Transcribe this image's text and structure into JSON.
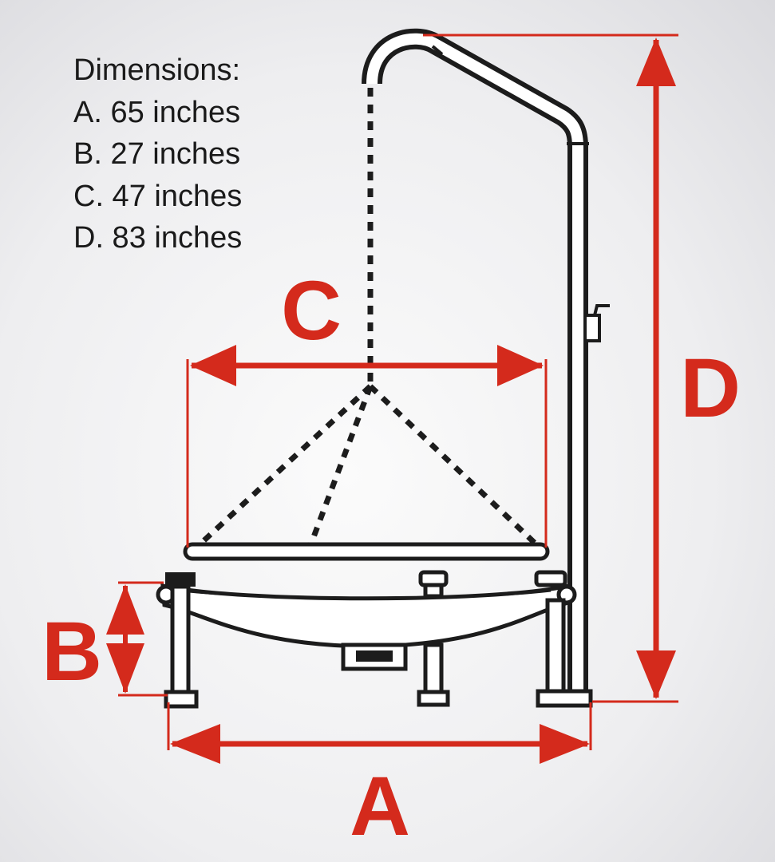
{
  "legend": {
    "heading": "Dimensions:",
    "items": [
      {
        "letter": "A",
        "text": "A. 65 inches",
        "value": 65,
        "unit": "inches"
      },
      {
        "letter": "B",
        "text": "B. 27 inches",
        "value": 27,
        "unit": "inches"
      },
      {
        "letter": "C",
        "text": "C. 47 inches",
        "value": 47,
        "unit": "inches"
      },
      {
        "letter": "D",
        "text": "D. 83 inches",
        "value": 83,
        "unit": "inches"
      }
    ]
  },
  "dimension_labels": {
    "a": "A",
    "b": "B",
    "c": "C",
    "d": "D"
  },
  "colors": {
    "accent": "#d42a1c",
    "outline": "#1c1c1c",
    "fill": "#ffffff"
  }
}
